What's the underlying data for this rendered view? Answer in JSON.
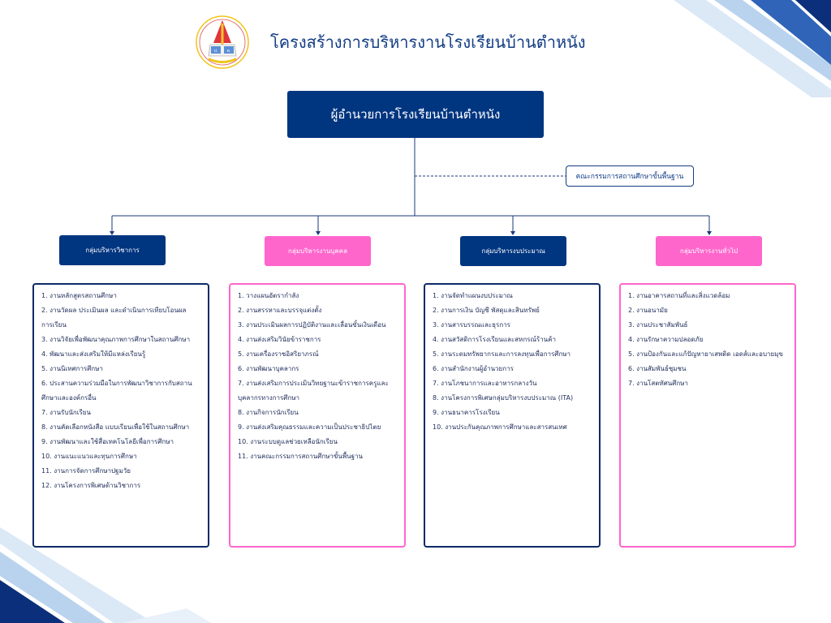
{
  "title": "โครงสร้างการบริหารงานโรงเรียนบ้านตำหนัง",
  "logo": {
    "label_left": "ป.",
    "label_right": "ต."
  },
  "director": "ผู้อำนวยการโรงเรียนบ้านตำหนัง",
  "committee": "คณะกรรมการสถานศึกษาขั้นพื้นฐาน",
  "colors": {
    "navy": "#003580",
    "pink": "#ff66cc"
  },
  "groups": [
    {
      "name": "กลุ่มบริหารวิชาการ",
      "items": [
        "1. งานหลักสูตรสถานศึกษา",
        "2. งานวัดผล ประเมินผล และดำเนินการเทียบโอนผล",
        "การเรียน",
        "3. งานวิจัยเพื่อพัฒนาคุณภาพการศึกษาในสถานศึกษา",
        "4. พัฒนาและส่งเสริมให้มีแหล่งเรียนรู้",
        "5. งานนิเทศการศึกษา",
        "6. ประสานความร่วมมือในการพัฒนาวิชาการกับสถาน",
        "ศึกษาและองค์กรอื่น",
        "7. งานรับนักเรียน",
        "8. งานคัดเลือกหนังสือ แบบเรียนเพื่อใช้ในสถานศึกษา",
        "9. งานพัฒนาและใช้สื่อเทคโนโลยีเพื่อการศึกษา",
        "10. งานแนะแนวและทุนการศึกษา",
        "11. งานการจัดการศึกษาปฐมวัย",
        "12. งานโครงการพิเศษด้านวิชาการ"
      ]
    },
    {
      "name": "กลุ่มบริหารงานบุคคล",
      "items": [
        "1. วางแผนอัตรากำลัง",
        "2. งานสรรหาและบรรจุแต่งตั้ง",
        "3. งานประเมินผลการปฏิบัติงานและเลื่อนขั้นเงินเดือน",
        "4. งานส่งเสริมวินัยข้าราชการ",
        "5. งานเครื่องราชอิสริยาภรณ์",
        "6. งานพัฒนาบุคลากร",
        "7. งานส่งเสริมการประเมินวิทยฐานะข้าราชการครูและ",
        "บุคลากรทางการศึกษา",
        "8. งานกิจการนักเรียน",
        "9. งานส่งเสริมคุณธรรมและความเป็นประชาธิปไตย",
        "10. งานระบบดูแลช่วยเหลือนักเรียน",
        "11. งานคณะกรรมการสถานศึกษาขั้นพื้นฐาน"
      ]
    },
    {
      "name": "กลุ่มบริหารงบประมาณ",
      "items": [
        "1. งานจัดทำแผนงบประมาณ",
        "2. งานการเงิน บัญชี พัสดุและสินทรัพย์",
        "3. งานสารบรรณและธุรการ",
        "4. งานสวัสดิการโรงเรียนและสหกรณ์ร้านค้า",
        "5. งานระดมทรัพยากรและการลงทุนเพื่อการศึกษา",
        "6. งานสำนักงานผู้อำนวยการ",
        "7. งานโภชนาการและอาหารกลางวัน",
        "8. งานโครงการพิเศษกลุ่มบริหารงบประมาณ (ITA)",
        "9. งานธนาคารโรงเรียน",
        "10. งานประกันคุณภาพการศึกษาและสารสนเทศ"
      ]
    },
    {
      "name": "กลุ่มบริหารงานทั่วไป",
      "items": [
        "1. งานอาคารสถานที่และสิ่งแวดล้อม",
        "2. งานอนามัย",
        "3. งานประชาสัมพันธ์",
        "4. งานรักษาความปลอดภัย",
        "5. งานป้องกันและแก้ปัญหายาเสพติด เอดส์และอบายมุข",
        "6. งานสัมพันธ์ชุมชน",
        "7. งานโสตทัศนศึกษา"
      ]
    }
  ]
}
